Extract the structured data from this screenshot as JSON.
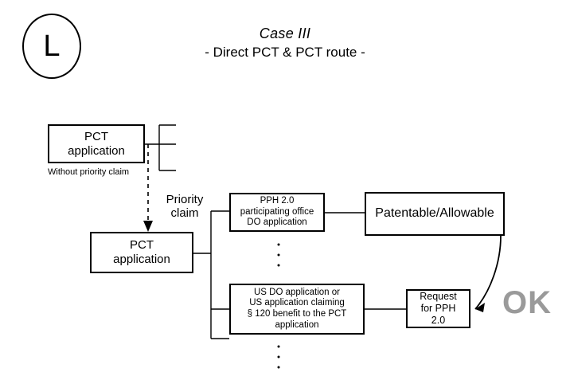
{
  "header": {
    "badge_letter": "L",
    "title": "Case III",
    "subtitle": "- Direct PCT & PCT route -"
  },
  "nodes": {
    "pct_top": {
      "line1": "PCT",
      "line2": "application",
      "caption": "Without priority claim"
    },
    "pct_main": {
      "line1": "PCT",
      "line2": "application"
    },
    "pph_office": {
      "line1": "PPH 2.0",
      "line2": "participating office",
      "line3": "DO application"
    },
    "patentable": {
      "label": "Patentable/Allowable"
    },
    "us_do": {
      "line1": "US DO application or",
      "line2": "US application claiming",
      "line3": "§ 120 benefit to the PCT",
      "line4": "application"
    },
    "request_pph": {
      "line1": "Request",
      "line2": "for PPH",
      "line3": "2.0"
    }
  },
  "edges": {
    "priority_claim": {
      "line1": "Priority",
      "line2": "claim"
    }
  },
  "annotations": {
    "ok": "OK"
  },
  "colors": {
    "stroke": "#000000",
    "background": "#ffffff",
    "ok_gray": "#9a9a9a"
  }
}
